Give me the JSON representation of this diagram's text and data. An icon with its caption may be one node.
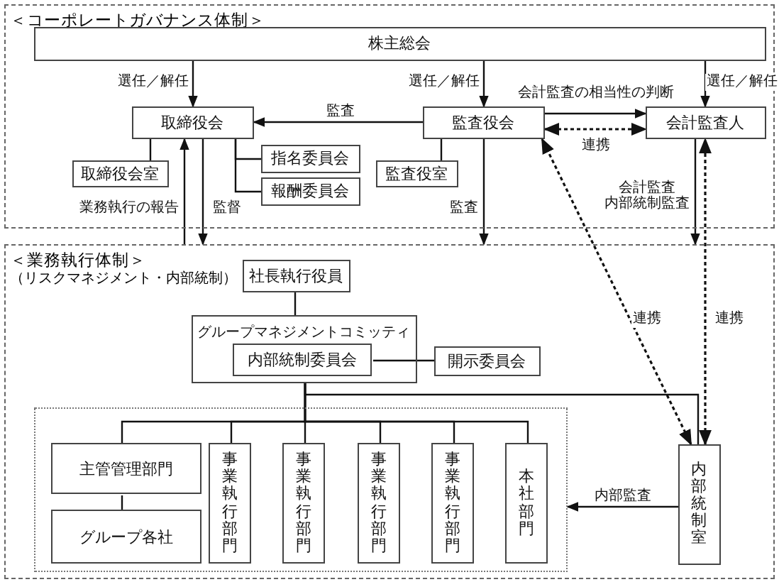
{
  "diagram": {
    "nodes": [
      {
        "text": [
          "＜コーポレートガバナンス体制＞"
        ]
      },
      {
        "text": [
          "株主総会"
        ],
        "in": 0
      },
      {
        "text": [
          "取締役会"
        ],
        "in": 0
      },
      {
        "text": [
          "監査役会"
        ],
        "in": 0
      },
      {
        "text": [
          "会計監査人"
        ],
        "in": 0
      },
      {
        "text": [
          "取締役会室"
        ],
        "in": 0
      },
      {
        "text": [
          "指名委員会"
        ],
        "in": 0
      },
      {
        "text": [
          "報酬委員会"
        ],
        "in": 0
      },
      {
        "text": [
          "監査役室"
        ],
        "in": 0
      },
      {
        "text": [
          "＜業務執行体制＞",
          "（リスクマネジメント・内部統制）"
        ]
      },
      {
        "text": [
          "社長執行役員"
        ],
        "in": 9
      },
      {
        "text": [
          "グループマネジメントコミッティ"
        ],
        "in": 9
      },
      {
        "text": [
          "内部統制委員会"
        ],
        "in": 11
      },
      {
        "text": [
          "開示委員会"
        ],
        "in": 9
      },
      {
        "text": [],
        "shape": "box",
        "in": 9
      },
      {
        "text": [
          "主管管理部門"
        ],
        "in": 14
      },
      {
        "text": [
          "グループ各社"
        ],
        "in": 14
      },
      {
        "text": [
          "事業執行部門"
        ],
        "in": 14
      },
      {
        "text": [
          "事業執行部門"
        ],
        "in": 14
      },
      {
        "text": [
          "事業執行部門"
        ],
        "in": 14
      },
      {
        "text": [
          "事業執行部門"
        ],
        "in": 14
      },
      {
        "text": [
          "本社部門"
        ],
        "in": 14
      },
      {
        "text": [
          "内部統制室"
        ],
        "in": 9
      }
    ],
    "edges": [
      {
        "from": 1,
        "to": 2,
        "arrow": "to",
        "label": "選任／解任"
      },
      {
        "from": 1,
        "to": 3,
        "arrow": "to",
        "label": "選任／解任"
      },
      {
        "from": 1,
        "to": 4,
        "arrow": "to",
        "label": "選任／解任"
      },
      {
        "from": 3,
        "to": 2,
        "arrow": "to",
        "label": "監査"
      },
      {
        "from": 3,
        "to": 4,
        "arrow": "to",
        "label": "会計監査の相当性の判断"
      },
      {
        "from": 3,
        "to": 4,
        "arrow": "both",
        "label": "連携",
        "style": "dashed"
      },
      {
        "from": 2,
        "to": 5,
        "arrow": "none"
      },
      {
        "from": 2,
        "to": 6,
        "arrow": "none"
      },
      {
        "from": 2,
        "to": 7,
        "arrow": "none"
      },
      {
        "from": 3,
        "to": 8,
        "arrow": "none"
      },
      {
        "from": 9,
        "to": 2,
        "arrow": "to",
        "label": "業務執行の報告"
      },
      {
        "from": 2,
        "to": 9,
        "arrow": "to",
        "label": "監督"
      },
      {
        "from": 3,
        "to": 9,
        "arrow": "to",
        "label": "監査"
      },
      {
        "from": 4,
        "to": 9,
        "arrow": "to",
        "label": "会計監査内部統制監査"
      },
      {
        "from": 22,
        "to": 3,
        "arrow": "both",
        "label": "連携",
        "style": "dashed"
      },
      {
        "from": 22,
        "to": 4,
        "arrow": "both",
        "label": "連携",
        "style": "dashed"
      },
      {
        "from": 10,
        "to": 11,
        "arrow": "none"
      },
      {
        "from": 12,
        "to": 13,
        "arrow": "none"
      },
      {
        "from": 11,
        "to": 22,
        "arrow": "none"
      },
      {
        "from": 11,
        "to": 15,
        "arrow": "none"
      },
      {
        "from": 11,
        "to": 17,
        "arrow": "none"
      },
      {
        "from": 11,
        "to": 18,
        "arrow": "none"
      },
      {
        "from": 11,
        "to": 19,
        "arrow": "none"
      },
      {
        "from": 11,
        "to": 20,
        "arrow": "none"
      },
      {
        "from": 11,
        "to": 21,
        "arrow": "none"
      },
      {
        "from": 15,
        "to": 16,
        "arrow": "none"
      },
      {
        "from": 22,
        "to": 14,
        "arrow": "to",
        "label": "内部監査"
      }
    ]
  }
}
